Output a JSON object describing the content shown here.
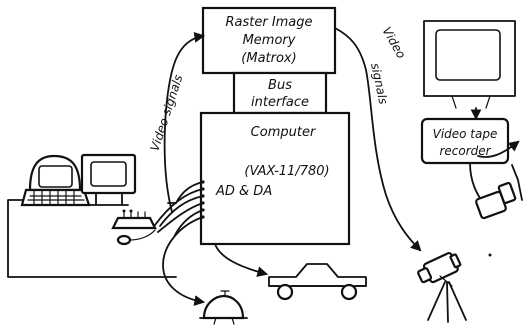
{
  "boxes": {
    "raster": [
      "Raster Image",
      "Memory",
      "(Matrox)"
    ],
    "bus": [
      "Bus",
      "interface"
    ],
    "computer": [
      "Computer",
      "(VAX-11/780)",
      "AD & DA"
    ],
    "vtr": [
      "Video tape",
      "recorder"
    ]
  },
  "signals": {
    "left": "Video signals",
    "right_top": "Video",
    "right_bottom": "signals"
  },
  "icons": [
    "terminal-icon",
    "graphics-display-icon",
    "keyboard-icon",
    "mouse-icon",
    "video-monitor-icon",
    "video-camera-icon",
    "tripod-camera-icon",
    "toy-car-icon",
    "robot-turtle-icon"
  ]
}
